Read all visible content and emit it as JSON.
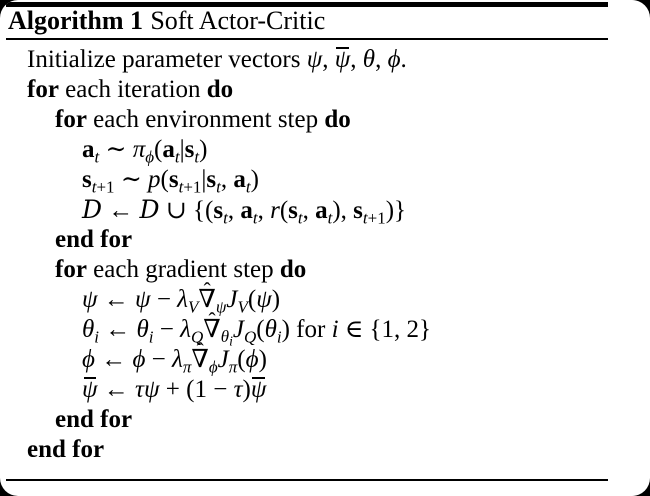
{
  "frame": {
    "background": "#000000",
    "paper": "#ffffff",
    "ink": "#000000"
  },
  "algorithm": {
    "label": "Algorithm 1",
    "name": "Soft Actor-Critic",
    "lines": [
      {
        "indent": 0,
        "tokens": [
          {
            "t": "text",
            "v": "Initialize parameter vectors "
          },
          {
            "t": "mi",
            "v": "ψ"
          },
          {
            "t": "mn",
            "v": ", "
          },
          {
            "t": "mi",
            "v": "ψ",
            "acc": "¯"
          },
          {
            "t": "mn",
            "v": ", "
          },
          {
            "t": "mi",
            "v": "θ"
          },
          {
            "t": "mn",
            "v": ", "
          },
          {
            "t": "mi",
            "v": "ϕ"
          },
          {
            "t": "mn",
            "v": "."
          }
        ]
      },
      {
        "indent": 0,
        "tokens": [
          {
            "t": "kw",
            "v": "for"
          },
          {
            "t": "text",
            "v": " each iteration "
          },
          {
            "t": "kw",
            "v": "do"
          }
        ]
      },
      {
        "indent": 1,
        "tokens": [
          {
            "t": "kw",
            "v": "for"
          },
          {
            "t": "text",
            "v": " each environment step "
          },
          {
            "t": "kw",
            "v": "do"
          }
        ]
      },
      {
        "indent": 2,
        "tokens": [
          {
            "t": "mb",
            "v": "a"
          },
          {
            "t": "sub",
            "v": "t"
          },
          {
            "t": "mo",
            "v": " ∼ "
          },
          {
            "t": "mi",
            "v": "π"
          },
          {
            "t": "sub",
            "v": "ϕ"
          },
          {
            "t": "mn",
            "v": "("
          },
          {
            "t": "mb",
            "v": "a"
          },
          {
            "t": "sub",
            "v": "t"
          },
          {
            "t": "mn",
            "v": "|"
          },
          {
            "t": "mb",
            "v": "s"
          },
          {
            "t": "sub",
            "v": "t"
          },
          {
            "t": "mn",
            "v": ")"
          }
        ]
      },
      {
        "indent": 2,
        "tokens": [
          {
            "t": "mb",
            "v": "s"
          },
          {
            "t": "sub",
            "tokens": [
              {
                "t": "mi",
                "v": "t"
              },
              {
                "t": "mn",
                "v": "+1"
              }
            ]
          },
          {
            "t": "mo",
            "v": " ∼ "
          },
          {
            "t": "mi",
            "v": "p"
          },
          {
            "t": "mn",
            "v": "("
          },
          {
            "t": "mb",
            "v": "s"
          },
          {
            "t": "sub",
            "tokens": [
              {
                "t": "mi",
                "v": "t"
              },
              {
                "t": "mn",
                "v": "+1"
              }
            ]
          },
          {
            "t": "mn",
            "v": "|"
          },
          {
            "t": "mb",
            "v": "s"
          },
          {
            "t": "sub",
            "v": "t"
          },
          {
            "t": "mn",
            "v": ", "
          },
          {
            "t": "mb",
            "v": "a"
          },
          {
            "t": "sub",
            "v": "t"
          },
          {
            "t": "mn",
            "v": ")"
          }
        ]
      },
      {
        "indent": 2,
        "tokens": [
          {
            "t": "cal",
            "v": "D"
          },
          {
            "t": "mo",
            "v": " ← "
          },
          {
            "t": "cal",
            "v": "D"
          },
          {
            "t": "mo",
            "v": " ∪ "
          },
          {
            "t": "mn",
            "v": "{("
          },
          {
            "t": "mb",
            "v": "s"
          },
          {
            "t": "sub",
            "v": "t"
          },
          {
            "t": "mn",
            "v": ", "
          },
          {
            "t": "mb",
            "v": "a"
          },
          {
            "t": "sub",
            "v": "t"
          },
          {
            "t": "mn",
            "v": ", "
          },
          {
            "t": "mi",
            "v": "r"
          },
          {
            "t": "mn",
            "v": "("
          },
          {
            "t": "mb",
            "v": "s"
          },
          {
            "t": "sub",
            "v": "t"
          },
          {
            "t": "mn",
            "v": ", "
          },
          {
            "t": "mb",
            "v": "a"
          },
          {
            "t": "sub",
            "v": "t"
          },
          {
            "t": "mn",
            "v": ")"
          },
          {
            "t": "mn",
            "v": ", "
          },
          {
            "t": "mb",
            "v": "s"
          },
          {
            "t": "sub",
            "tokens": [
              {
                "t": "mi",
                "v": "t"
              },
              {
                "t": "mn",
                "v": "+1"
              }
            ]
          },
          {
            "t": "mn",
            "v": ")}"
          }
        ]
      },
      {
        "indent": 1,
        "tokens": [
          {
            "t": "kw",
            "v": "end for"
          }
        ]
      },
      {
        "indent": 1,
        "tokens": [
          {
            "t": "kw",
            "v": "for"
          },
          {
            "t": "text",
            "v": " each gradient step "
          },
          {
            "t": "kw",
            "v": "do"
          }
        ]
      },
      {
        "indent": 2,
        "tokens": [
          {
            "t": "mi",
            "v": "ψ"
          },
          {
            "t": "mo",
            "v": " ← "
          },
          {
            "t": "mi",
            "v": "ψ"
          },
          {
            "t": "mo",
            "v": " − "
          },
          {
            "t": "mi",
            "v": "λ"
          },
          {
            "t": "sub",
            "v": "V"
          },
          {
            "t": "mn",
            "v": "∇",
            "acc": "ˆ"
          },
          {
            "t": "sub",
            "v": "ψ"
          },
          {
            "t": "mi",
            "v": "J"
          },
          {
            "t": "sub",
            "v": "V"
          },
          {
            "t": "mn",
            "v": "("
          },
          {
            "t": "mi",
            "v": "ψ"
          },
          {
            "t": "mn",
            "v": ")"
          }
        ]
      },
      {
        "indent": 2,
        "tokens": [
          {
            "t": "mi",
            "v": "θ"
          },
          {
            "t": "sub",
            "v": "i"
          },
          {
            "t": "mo",
            "v": " ← "
          },
          {
            "t": "mi",
            "v": "θ"
          },
          {
            "t": "sub",
            "v": "i"
          },
          {
            "t": "mo",
            "v": " − "
          },
          {
            "t": "mi",
            "v": "λ"
          },
          {
            "t": "sub",
            "v": "Q"
          },
          {
            "t": "mn",
            "v": "∇",
            "acc": "ˆ"
          },
          {
            "t": "sub",
            "tokens": [
              {
                "t": "mi",
                "v": "θ"
              },
              {
                "t": "sub",
                "v": "i"
              }
            ]
          },
          {
            "t": "mi",
            "v": "J"
          },
          {
            "t": "sub",
            "v": "Q"
          },
          {
            "t": "mn",
            "v": "("
          },
          {
            "t": "mi",
            "v": "θ"
          },
          {
            "t": "sub",
            "v": "i"
          },
          {
            "t": "mn",
            "v": ")"
          },
          {
            "t": "text",
            "v": " for "
          },
          {
            "t": "mi",
            "v": "i"
          },
          {
            "t": "mo",
            "v": " ∈ "
          },
          {
            "t": "mn",
            "v": "{1, 2}"
          }
        ]
      },
      {
        "indent": 2,
        "tokens": [
          {
            "t": "mi",
            "v": "ϕ"
          },
          {
            "t": "mo",
            "v": " ← "
          },
          {
            "t": "mi",
            "v": "ϕ"
          },
          {
            "t": "mo",
            "v": " − "
          },
          {
            "t": "mi",
            "v": "λ"
          },
          {
            "t": "sub",
            "v": "π"
          },
          {
            "t": "mn",
            "v": "∇",
            "acc": "ˆ"
          },
          {
            "t": "sub",
            "v": "ϕ"
          },
          {
            "t": "mi",
            "v": "J"
          },
          {
            "t": "sub",
            "v": "π"
          },
          {
            "t": "mn",
            "v": "("
          },
          {
            "t": "mi",
            "v": "ϕ"
          },
          {
            "t": "mn",
            "v": ")"
          }
        ]
      },
      {
        "indent": 2,
        "tokens": [
          {
            "t": "mi",
            "v": "ψ",
            "acc": "¯"
          },
          {
            "t": "mo",
            "v": " ← "
          },
          {
            "t": "mi",
            "v": "τ"
          },
          {
            "t": "mi",
            "v": "ψ"
          },
          {
            "t": "mo",
            "v": " + "
          },
          {
            "t": "mn",
            "v": "(1"
          },
          {
            "t": "mo",
            "v": " − "
          },
          {
            "t": "mi",
            "v": "τ"
          },
          {
            "t": "mn",
            "v": ")"
          },
          {
            "t": "mi",
            "v": "ψ",
            "acc": "¯"
          }
        ]
      },
      {
        "indent": 1,
        "tokens": [
          {
            "t": "kw",
            "v": "end for"
          }
        ]
      },
      {
        "indent": 0,
        "tokens": [
          {
            "t": "kw",
            "v": "end for"
          }
        ]
      }
    ]
  }
}
